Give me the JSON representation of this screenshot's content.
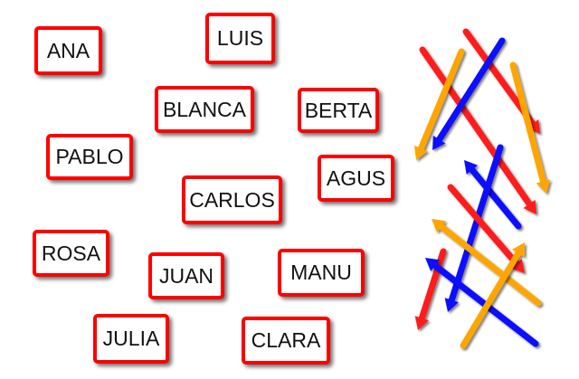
{
  "names": [
    "ANA",
    "LUIS",
    "BLANCA",
    "BERTA",
    "PABLO",
    "AGUS",
    "CARLOS",
    "ROSA",
    "JUAN",
    "MANU",
    "JULIA",
    "CLARA"
  ],
  "colors": {
    "card_border": "#ff0000",
    "red": "#ff1a1a",
    "blue": "#1010ff",
    "orange": "#ffa500"
  },
  "arrows": [
    {
      "color": "red"
    },
    {
      "color": "orange"
    },
    {
      "color": "red"
    },
    {
      "color": "blue"
    },
    {
      "color": "orange"
    },
    {
      "color": "blue"
    },
    {
      "color": "blue"
    },
    {
      "color": "red"
    },
    {
      "color": "orange"
    },
    {
      "color": "red"
    },
    {
      "color": "blue"
    },
    {
      "color": "orange"
    }
  ]
}
